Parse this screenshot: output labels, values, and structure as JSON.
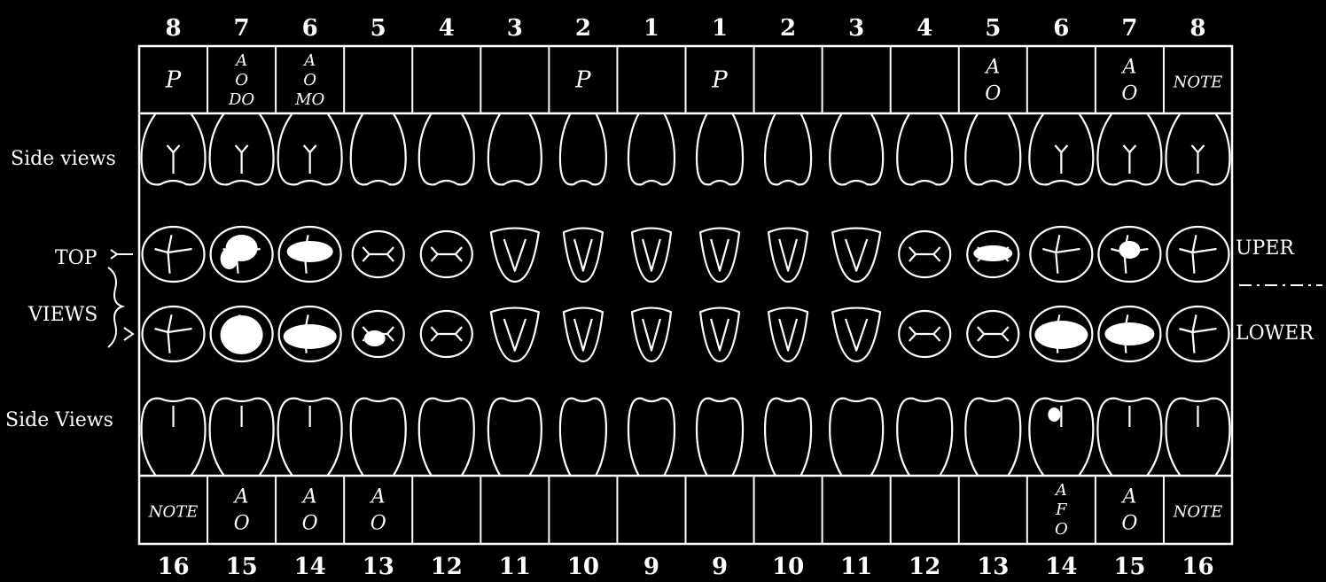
{
  "top_numbers": [
    "8",
    "7",
    "6",
    "5",
    "4",
    "3",
    "2",
    "1",
    "1",
    "2",
    "3",
    "4",
    "5",
    "6",
    "7",
    "8"
  ],
  "bottom_numbers": [
    "16",
    "15",
    "14",
    "13",
    "12",
    "11",
    "10",
    "9",
    "9",
    "10",
    "11",
    "12",
    "13",
    "14",
    "15",
    "16"
  ],
  "row_labels": {
    "side_upper": "Side views",
    "top": "TOP",
    "views": "VIEWS",
    "side_lower": "Side Views"
  },
  "right_labels": {
    "upper": "UPER",
    "lower": "LOWER"
  },
  "upper_notes": [
    {
      "lines": [
        "P"
      ]
    },
    {
      "lines": [
        "A",
        "O",
        "DO"
      ]
    },
    {
      "lines": [
        "A",
        "O",
        "MO"
      ]
    },
    {
      "lines": []
    },
    {
      "lines": []
    },
    {
      "lines": []
    },
    {
      "lines": [
        "P"
      ]
    },
    {
      "lines": []
    },
    {
      "lines": [
        "P"
      ]
    },
    {
      "lines": []
    },
    {
      "lines": []
    },
    {
      "lines": []
    },
    {
      "lines": [
        "A",
        "O"
      ]
    },
    {
      "lines": []
    },
    {
      "lines": [
        "A",
        "O"
      ]
    },
    {
      "lines": [
        "NOTE"
      ]
    }
  ],
  "lower_notes": [
    {
      "lines": [
        "NOTE"
      ]
    },
    {
      "lines": [
        "A",
        "O"
      ]
    },
    {
      "lines": [
        "A",
        "O"
      ]
    },
    {
      "lines": [
        "A",
        "O"
      ]
    },
    {
      "lines": []
    },
    {
      "lines": []
    },
    {
      "lines": []
    },
    {
      "lines": []
    },
    {
      "lines": []
    },
    {
      "lines": []
    },
    {
      "lines": []
    },
    {
      "lines": []
    },
    {
      "lines": []
    },
    {
      "lines": [
        "A",
        "F",
        "O"
      ]
    },
    {
      "lines": [
        "A",
        "O"
      ]
    },
    {
      "lines": [
        "NOTE"
      ]
    }
  ],
  "colors": {
    "background": "#000000",
    "ink": "#ffffff"
  }
}
